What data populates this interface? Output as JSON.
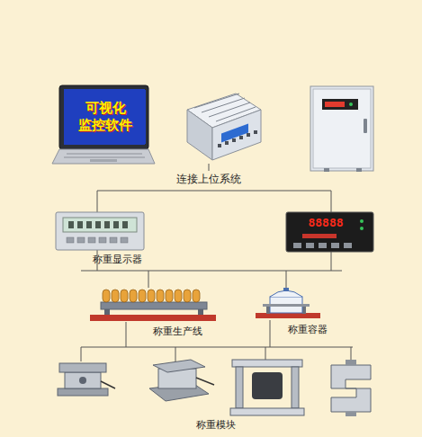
{
  "diagram": {
    "nodes": [
      {
        "text": [
          "可视化 监控软件"
        ]
      }
    ],
    "labels": [
      "连接上位系统",
      "88888",
      "称重显示器",
      "称重生产线",
      "称重容器",
      "称重模块"
    ]
  }
}
